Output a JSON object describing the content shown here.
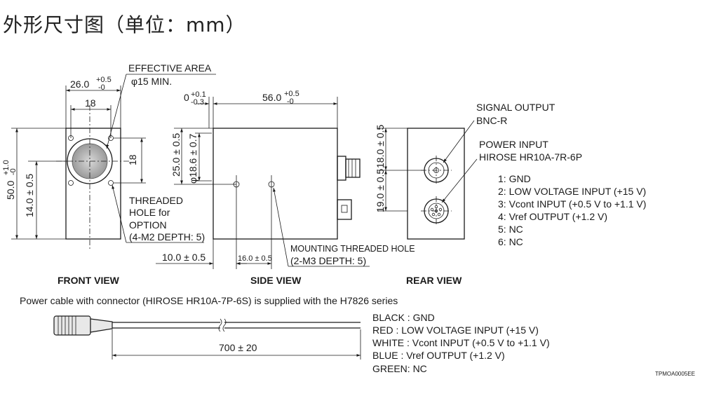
{
  "title": "外形尺寸图（单位：mm）",
  "front_view": {
    "label": "FRONT VIEW",
    "dim_width_main": "26.0",
    "dim_width_tol_plus": "+0.5",
    "dim_width_tol_minus": "-0",
    "dim_width_inner": "18",
    "dim_height_inner": "18",
    "dim_height_total_main": "50.0",
    "dim_height_total_tol_plus": "+1.0",
    "dim_height_total_tol_minus": "-0",
    "dim_height_offset": "14.0 ± 0.5",
    "effective_area_line1": "EFFECTIVE AREA",
    "effective_area_line2": "φ15 MIN.",
    "threaded_hole_lines": [
      "THREADED",
      "HOLE for",
      "OPTION",
      "(4-M2 DEPTH: 5)"
    ]
  },
  "side_view": {
    "label": "SIDE VIEW",
    "dim_offset_main": "0",
    "dim_offset_tol_plus": "+0.1",
    "dim_offset_tol_minus": "-0.3",
    "dim_length_main": "56.0",
    "dim_length_tol_plus": "+0.5",
    "dim_length_tol_minus": "-0",
    "dim_height": "25.0 ± 0.5",
    "dim_diameter": "φ18.6 ± 0.7",
    "dim_front_offset": "10.0 ± 0.5",
    "dim_hole_spacing": "16.0 ± 0.5",
    "mounting_line1": "MOUNTING THREADED HOLE",
    "mounting_line2": "(2-M3 DEPTH: 5)"
  },
  "rear_view": {
    "label": "REAR VIEW",
    "dim_upper": "18.0 ± 0.5",
    "dim_lower": "19.0 ± 0.5",
    "signal_output_line1": "SIGNAL OUTPUT",
    "signal_output_line2": "BNC-R",
    "power_input_line1": "POWER INPUT",
    "power_input_line2": "HIROSE HR10A-7R-6P",
    "pins": [
      "1: GND",
      "2: LOW VOLTAGE INPUT (+15 V)",
      "3: Vcont INPUT (+0.5 V to +1.1 V)",
      "4: Vref OUTPUT (+1.2 V)",
      "5: NC",
      "6: NC"
    ]
  },
  "cable": {
    "caption": "Power cable with connector  (HIROSE HR10A-7P-6S) is supplied with the H7826 series",
    "length": "700 ± 20",
    "colors": [
      "BLACK : GND",
      "RED    : LOW VOLTAGE INPUT (+15 V)",
      "WHITE : Vcont INPUT (+0.5 V to +1.1 V)",
      "BLUE   : Vref OUTPUT (+1.2 V)",
      "GREEN: NC"
    ]
  },
  "drawing_code": "TPMOA0005EE"
}
